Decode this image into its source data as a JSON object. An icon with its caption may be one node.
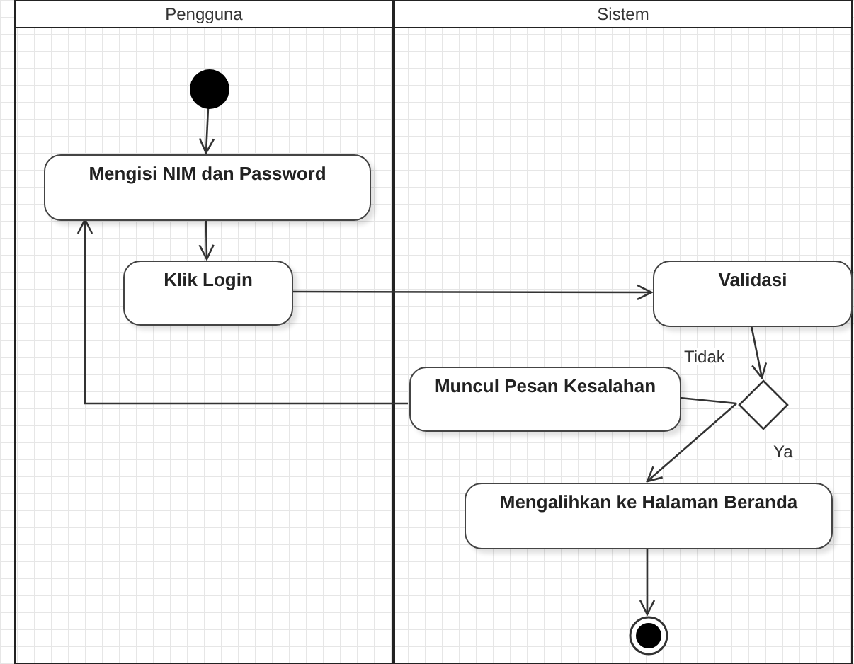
{
  "diagram": {
    "nodes": [
      {
        "text": [
          "Pengguna"
        ]
      },
      {
        "text": [
          "Sistem"
        ]
      },
      {
        "text": [],
        "shape": "circle",
        "in": 0
      },
      {
        "text": [
          "Mengisi NIM dan Password"
        ],
        "in": 0
      },
      {
        "text": [
          "Klik Login"
        ],
        "in": 0
      },
      {
        "text": [
          "Validasi"
        ],
        "in": 1
      },
      {
        "text": [
          "Muncul Pesan Kesalahan"
        ],
        "in": 1
      },
      {
        "text": [],
        "shape": "diamond",
        "in": 1
      },
      {
        "text": [
          "Mengalihkan ke Halaman Beranda"
        ],
        "in": 1
      },
      {
        "text": [],
        "shape": "bullseye",
        "in": 1
      }
    ],
    "edges": [
      {
        "from": 2,
        "to": 3,
        "arrow": "to"
      },
      {
        "from": 3,
        "to": 4,
        "arrow": "to"
      },
      {
        "from": 4,
        "to": 5,
        "arrow": "to"
      },
      {
        "from": 5,
        "to": 7,
        "arrow": "to"
      },
      {
        "from": 7,
        "to": 6,
        "arrow": "none",
        "label": "Tidak"
      },
      {
        "from": 6,
        "to": 3,
        "arrow": "to"
      },
      {
        "from": 7,
        "to": 8,
        "arrow": "to",
        "label": "Ya"
      },
      {
        "from": 8,
        "to": 9,
        "arrow": "to"
      }
    ]
  }
}
